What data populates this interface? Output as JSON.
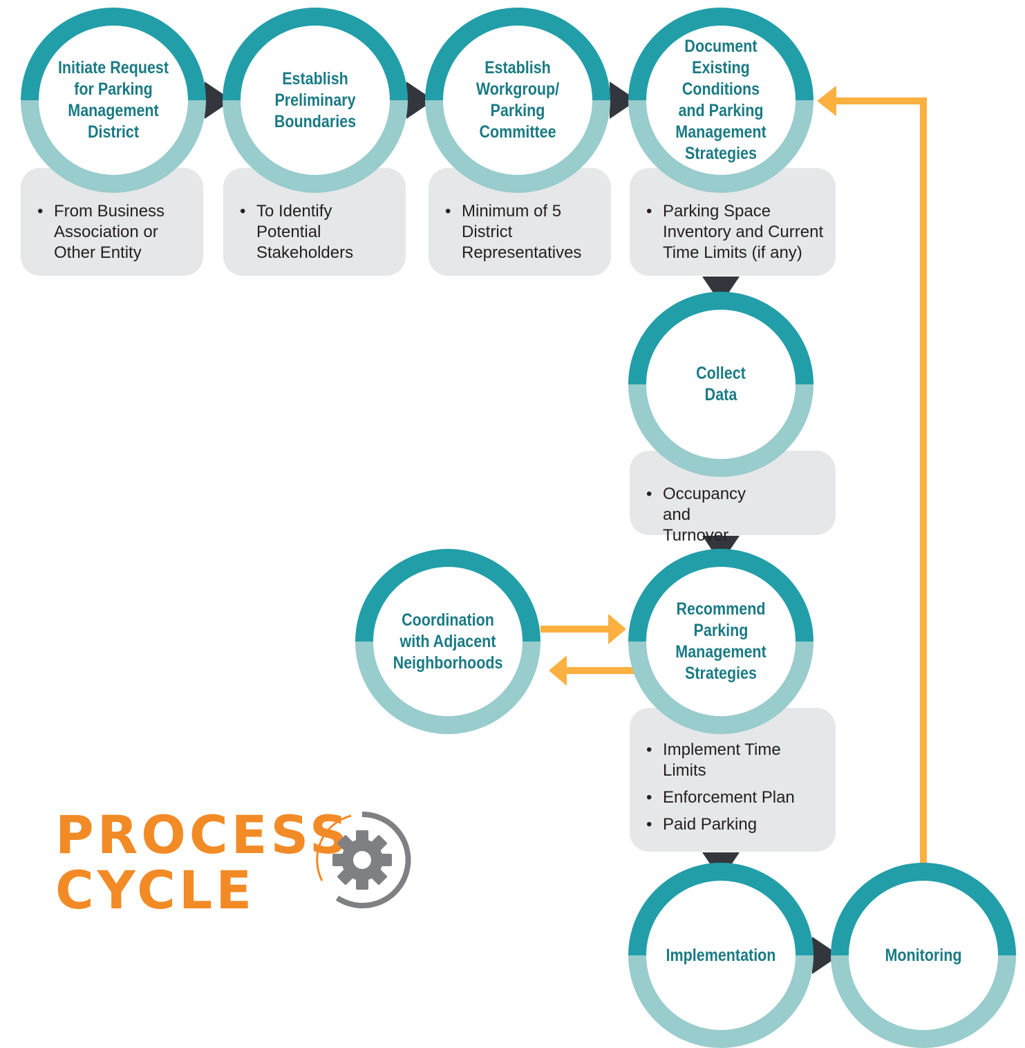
{
  "colors": {
    "teal_dark": "#229ea9",
    "teal_light": "#99cccc",
    "label_text": "#1a7a84",
    "arrow_dark": "#33373d",
    "feedback_orange": "#fbb040",
    "title_orange": "#f28a26",
    "note_box": "#e6e7e8",
    "gear_gray": "#7f8083"
  },
  "title": {
    "line1": "PROCESS",
    "line2": "CYCLE"
  },
  "icon": "gear-icon",
  "steps": [
    {
      "label": "Initiate Request\nfor Parking\nManagement\nDistrict",
      "notes": [
        "From Business Association or Other Entity"
      ]
    },
    {
      "label": "Establish\nPreliminary\nBoundaries",
      "notes": [
        "To Identify Potential Stakeholders"
      ]
    },
    {
      "label": "Establish\nWorkgroup/\nParking\nCommittee",
      "notes": [
        "Minimum of 5 District Representatives"
      ]
    },
    {
      "label": "Document\nExisting\nConditions\nand Parking\nManagement\nStrategies",
      "notes": [
        "Parking Space Inventory and Current Time Limits (if any)"
      ]
    },
    {
      "label": "Collect\nData",
      "notes": [
        "Occupancy and Turnover"
      ]
    },
    {
      "label": "Recommend\nParking\nManagement\nStrategies",
      "notes": [
        "Implement Time Limits",
        "Enforcement Plan",
        "Paid Parking"
      ]
    },
    {
      "label": "Coordination\nwith Adjacent\nNeighborhoods",
      "notes": []
    },
    {
      "label": "Implementation",
      "notes": []
    },
    {
      "label": "Monitoring",
      "notes": []
    }
  ]
}
